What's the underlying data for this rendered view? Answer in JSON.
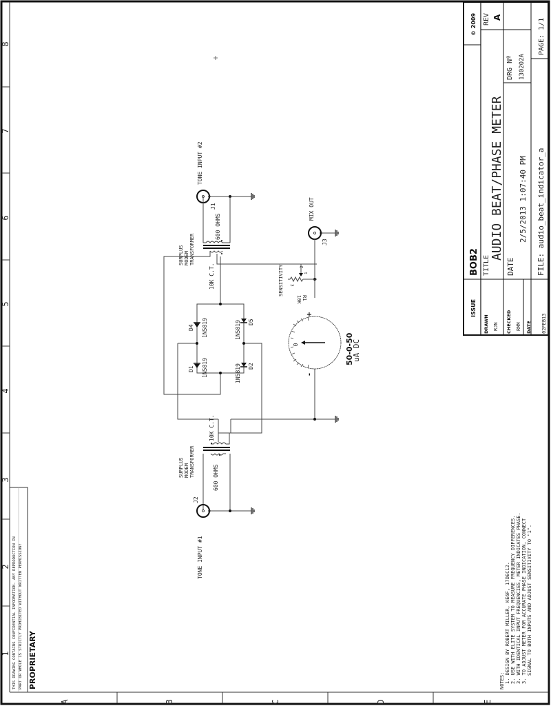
{
  "sheet": {
    "zone_columns": [
      "1",
      "2",
      "3",
      "4",
      "5",
      "6",
      "7",
      "8"
    ],
    "zone_rows": [
      "A",
      "B",
      "C",
      "D",
      "E"
    ],
    "proprietary": {
      "heading": "PROPRIETARY",
      "line1": "THIS DRAWING CONTAINS CONFIDENTIAL INFORMATION. ANY REPRODUCTION IN",
      "line2": "PART OR WHOLE IS STRICTLY PROHIBITED WITHOUT WRITTEN PERMISSION!"
    }
  },
  "title_block": {
    "issue_label": "ISSUE",
    "issue_value": "BOB2",
    "copyright": "© 2009",
    "rev_label": "REV",
    "rev_value": "A",
    "drawn_label": "DRAWN",
    "drawn_value": "RJN",
    "checked_label": "CHECKED",
    "checked_value": "RMM",
    "date_label": "DATE",
    "date_value": "02FEB13",
    "title_label": "TITLE",
    "title_value": "AUDIO BEAT/PHASE METER",
    "print_date_label": "DATE",
    "print_date_value": "2/5/2013  1:07:40 PM",
    "drg_label": "DRG Nº",
    "drg_value": "130202A",
    "file_label": "FILE:",
    "file_value": "audio_beat_indicator_a",
    "page_label": "PAGE:",
    "page_value": "1/1"
  },
  "notes": {
    "heading": "NOTES:",
    "items": [
      "1. DESIGN BY ROBERT MILLER, KE6F, 17DEC12.",
      "2. USE WITH ELITE SYSTEM TO MEASURE FREQUENCY DIFFERENCES.",
      "3. WITH IDENTICAL INPUT FREQUENCIES, METER INDICATES PHASE.",
      "3. TO ADJUST METER FOR ACCURATE PHASE INDICATION, CONNECT",
      "   SIGNAL TO BOTH INPUTS AND ADJUST SENSITIVITY TO \"1\"."
    ]
  },
  "schematic": {
    "j1": {
      "ref": "J1",
      "label": "TONE INPUT #2"
    },
    "j2": {
      "ref": "J2",
      "label": "TONE INPUT #1"
    },
    "j3": {
      "ref": "J3",
      "label": "MIX OUT"
    },
    "t_top": {
      "line1": "SURPLUS",
      "line2": "MODEM",
      "line3": "TRANSFORMER",
      "primary": "600 OHMS",
      "secondary": "10K C.T."
    },
    "t_bot": {
      "line1": "SURPLUS",
      "line2": "MODEM",
      "line3": "TRANSFORMER",
      "primary": "600 OHMS",
      "secondary": "10K C.T."
    },
    "diodes": [
      {
        "ref": "D4",
        "part": "1N5819"
      },
      {
        "ref": "D5",
        "part": "1N5819"
      },
      {
        "ref": "D1",
        "part": "1N5819"
      },
      {
        "ref": "D2",
        "part": "1N5819"
      }
    ],
    "r1": {
      "ref": "R1",
      "value": "10K",
      "label": "SENSITIVITY",
      "pin1": "1",
      "pin2": "2",
      "pin3": "3"
    },
    "meter": {
      "zero": "0",
      "plus": "+",
      "minus": "-",
      "line1": "50-0-50",
      "line2": "uA DC"
    }
  }
}
